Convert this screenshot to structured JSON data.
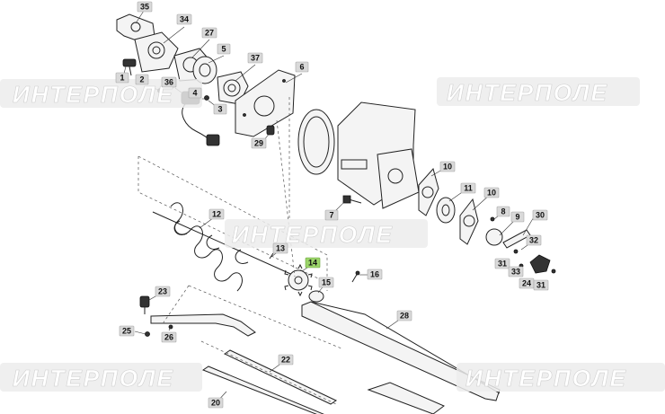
{
  "watermark": {
    "text": "ИНТЕРПОЛЕ"
  },
  "callouts": [
    {
      "id": "35",
      "label": "35",
      "highlight": false
    },
    {
      "id": "34",
      "label": "34",
      "highlight": false
    },
    {
      "id": "27",
      "label": "27",
      "highlight": false
    },
    {
      "id": "5",
      "label": "5",
      "highlight": false
    },
    {
      "id": "37",
      "label": "37",
      "highlight": false
    },
    {
      "id": "6",
      "label": "6",
      "highlight": false
    },
    {
      "id": "1",
      "label": "1",
      "highlight": false
    },
    {
      "id": "2",
      "label": "2",
      "highlight": false
    },
    {
      "id": "36",
      "label": "36",
      "highlight": false
    },
    {
      "id": "4",
      "label": "4",
      "highlight": false
    },
    {
      "id": "3",
      "label": "3",
      "highlight": false
    },
    {
      "id": "29",
      "label": "29",
      "highlight": false
    },
    {
      "id": "10a",
      "label": "10",
      "highlight": false
    },
    {
      "id": "11",
      "label": "11",
      "highlight": false
    },
    {
      "id": "10b",
      "label": "10",
      "highlight": false
    },
    {
      "id": "8",
      "label": "8",
      "highlight": false
    },
    {
      "id": "9",
      "label": "9",
      "highlight": false
    },
    {
      "id": "30",
      "label": "30",
      "highlight": false
    },
    {
      "id": "32",
      "label": "32",
      "highlight": false
    },
    {
      "id": "31a",
      "label": "31",
      "highlight": false
    },
    {
      "id": "33",
      "label": "33",
      "highlight": false
    },
    {
      "id": "24",
      "label": "24",
      "highlight": false
    },
    {
      "id": "31b",
      "label": "31",
      "highlight": false
    },
    {
      "id": "7",
      "label": "7",
      "highlight": false
    },
    {
      "id": "12",
      "label": "12",
      "highlight": false
    },
    {
      "id": "13",
      "label": "13",
      "highlight": false
    },
    {
      "id": "14",
      "label": "14",
      "highlight": true
    },
    {
      "id": "16",
      "label": "16",
      "highlight": false
    },
    {
      "id": "15",
      "label": "15",
      "highlight": false
    },
    {
      "id": "23",
      "label": "23",
      "highlight": false
    },
    {
      "id": "25",
      "label": "25",
      "highlight": false
    },
    {
      "id": "26",
      "label": "26",
      "highlight": false
    },
    {
      "id": "28",
      "label": "28",
      "highlight": false
    },
    {
      "id": "22",
      "label": "22",
      "highlight": false
    },
    {
      "id": "20",
      "label": "20",
      "highlight": false
    }
  ],
  "colors": {
    "callout_bg": "#d9d9d9",
    "highlight_bg": "#9bd46a",
    "line": "#222222"
  }
}
